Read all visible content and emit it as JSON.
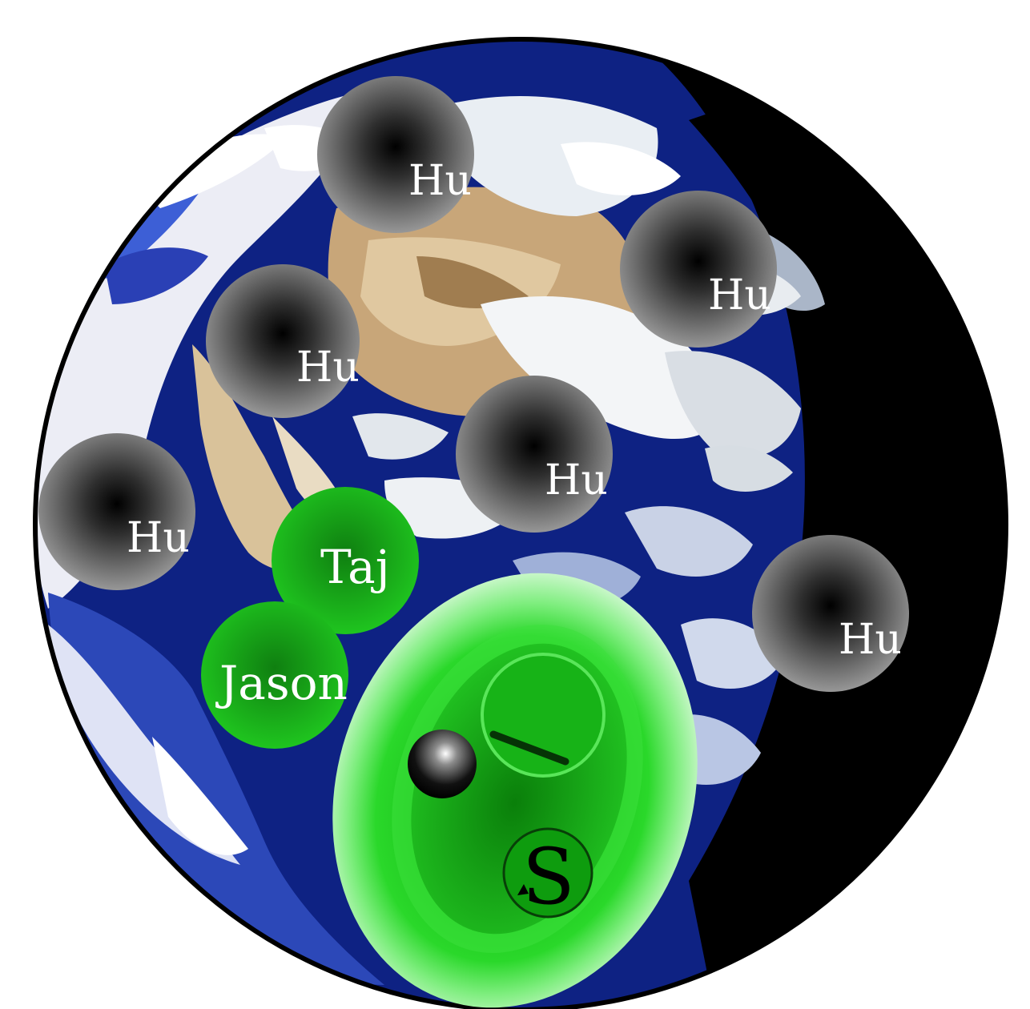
{
  "colors": {
    "ocean": "#0a1a6e",
    "night": "#000000",
    "cloud": "#f2f4f6",
    "land": "#c9a97a",
    "human_sphere_edge": "#8a8a8a",
    "human_sphere_core": "#000000",
    "friend_green": "#1bc41b",
    "capsule_glow": "#b9f5b9",
    "capsule_green": "#2ee82e"
  },
  "humans": [
    {
      "label": "Hu"
    },
    {
      "label": "Hu"
    },
    {
      "label": "Hu"
    },
    {
      "label": "Hu"
    },
    {
      "label": "Hu"
    },
    {
      "label": "Hu"
    }
  ],
  "friends": [
    {
      "label": "Taj"
    },
    {
      "label": "Jason"
    }
  ],
  "capsule": {
    "s_label": "S",
    "icons": [
      "dark-pearl-icon",
      "minus-icon",
      "s-rotation-icon"
    ]
  }
}
